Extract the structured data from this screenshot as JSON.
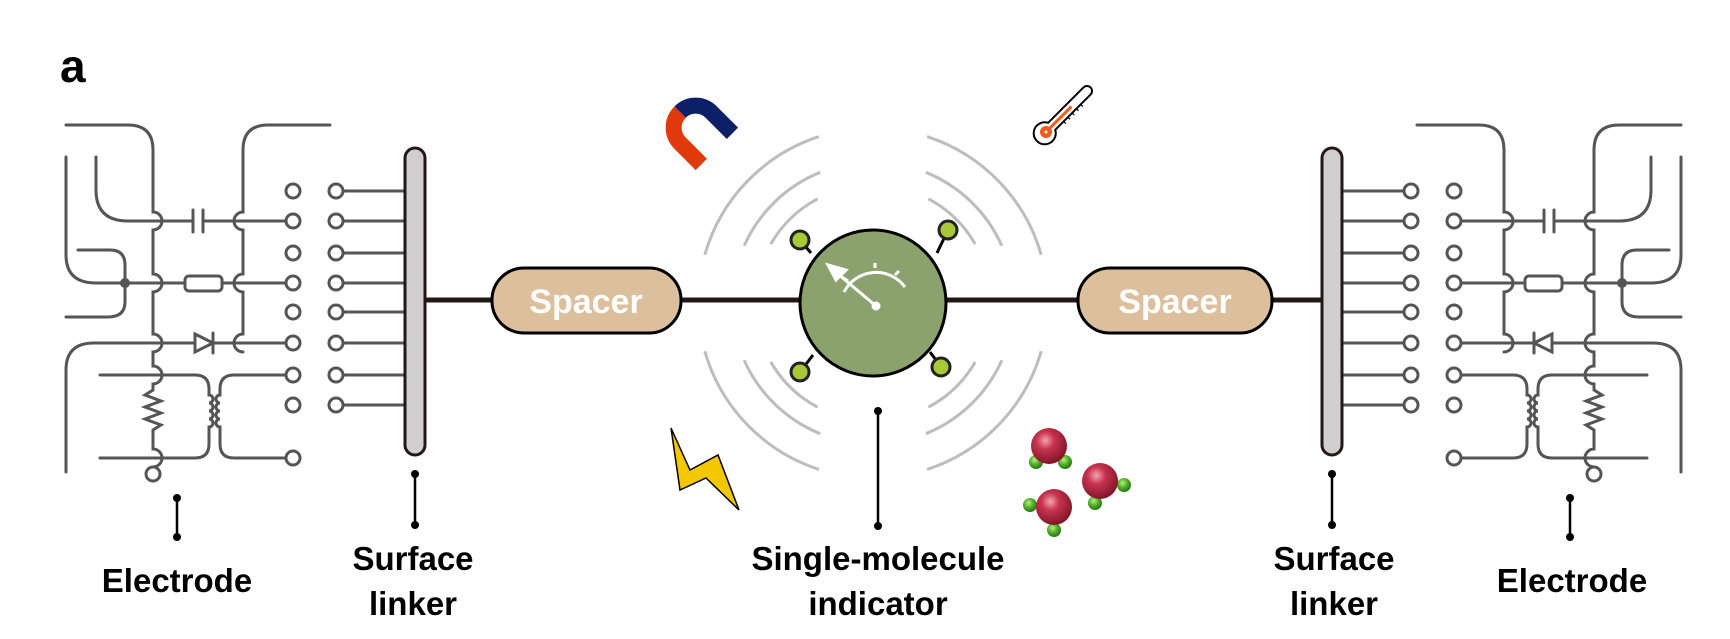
{
  "panel_label": "a",
  "components": {
    "spacer_left": "Spacer",
    "spacer_right": "Spacer"
  },
  "labels": {
    "electrode_left": "Electrode",
    "surface_linker_left": [
      "Surface",
      "linker"
    ],
    "indicator": [
      "Single-molecule",
      "indicator"
    ],
    "surface_linker_right": [
      "Surface",
      "linker"
    ],
    "electrode_right": "Electrode"
  },
  "icons": [
    "magnet-icon",
    "thermometer-icon",
    "lightning-icon",
    "molecules-icon",
    "gauge-icon"
  ],
  "colors": {
    "indicator_fill": "#8ba26f",
    "spacer_fill": "#dcbf9c",
    "ligand_fill": "#a8c83a",
    "magnet_blue": "#0d1f66",
    "magnet_red": "#e03a0c",
    "thermo_orange": "#f05a1e",
    "lightning": "#f4c800",
    "wave_gray": "#bdbdbd",
    "circuit_gray": "#555555",
    "linker_bar": "#cfcfcf"
  }
}
